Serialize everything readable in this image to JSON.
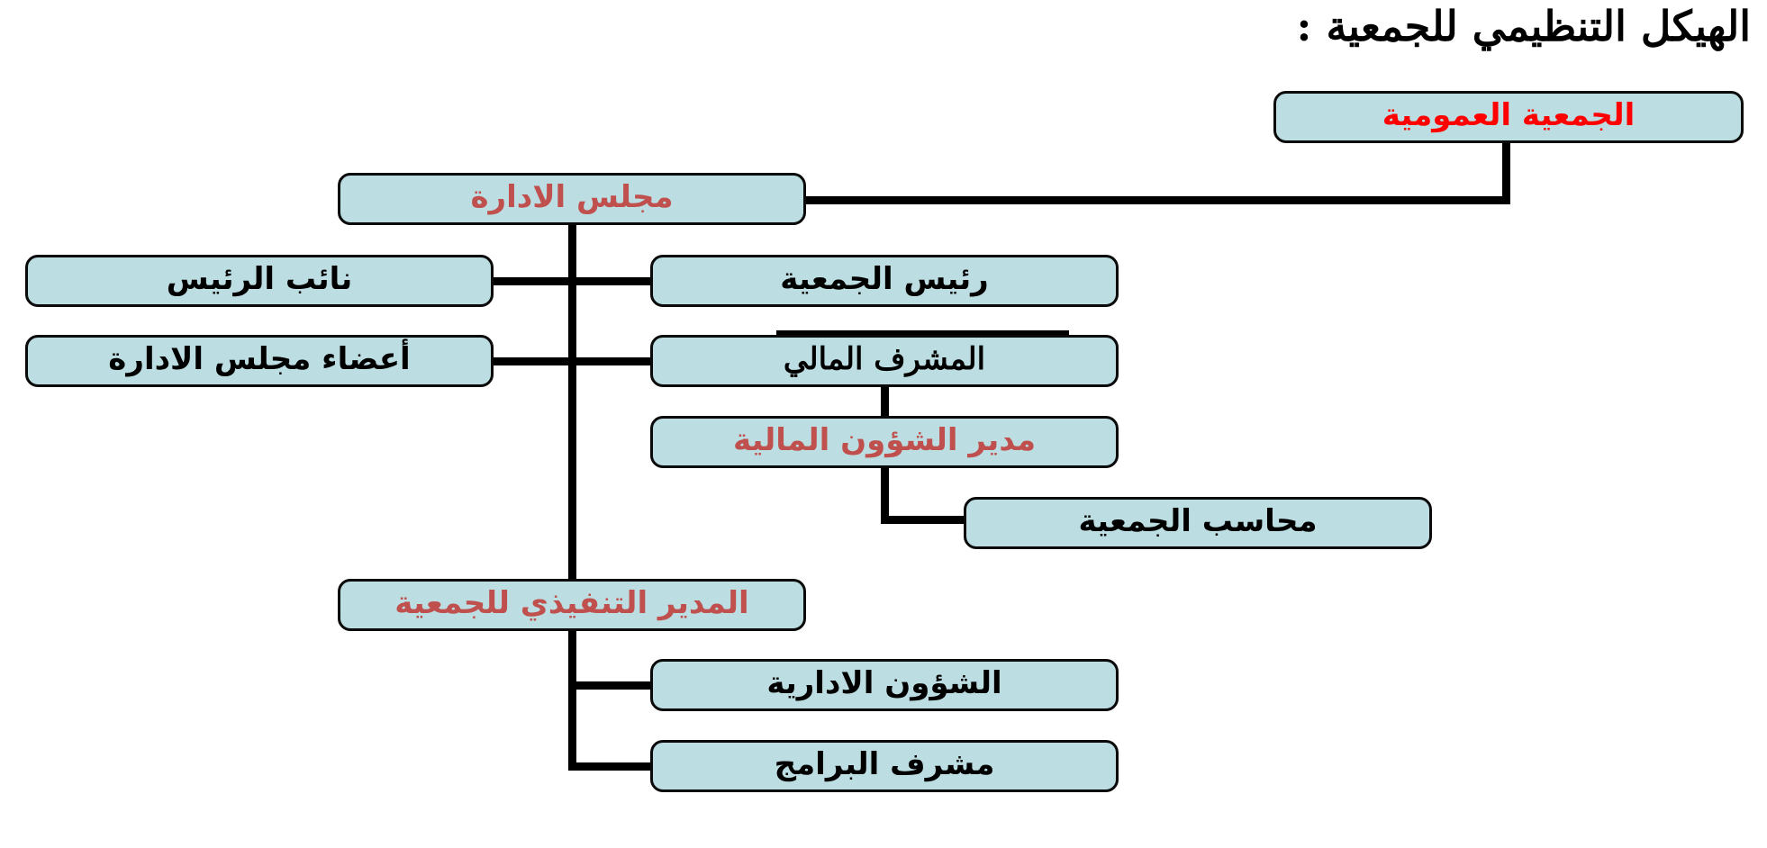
{
  "title": "الهيكل التنظيمي للجمعية :",
  "colors": {
    "box_fill": "#bcdde1",
    "box_border": "#0a0a0a",
    "connector": "#000000",
    "red_text": "#fe0000",
    "maroon_text": "#c0504d",
    "black_text": "#000000"
  },
  "diagram": {
    "type": "org-chart",
    "nodes": [
      {
        "id": "general-assembly",
        "label": "الجمعية العمومية",
        "text_color": "red"
      },
      {
        "id": "board",
        "label": "مجلس الادارة",
        "text_color": "maroon"
      },
      {
        "id": "vice-president",
        "label": "نائب الرئيس",
        "text_color": "black"
      },
      {
        "id": "board-members",
        "label": "أعضاء مجلس الادارة",
        "text_color": "black"
      },
      {
        "id": "president",
        "label": "رئيس الجمعية",
        "text_color": "black"
      },
      {
        "id": "financial-supervisor",
        "label": "المشرف المالي",
        "text_color": "black"
      },
      {
        "id": "financial-affairs-manager",
        "label": "مدير الشؤون المالية",
        "text_color": "maroon"
      },
      {
        "id": "accountant",
        "label": "محاسب الجمعية",
        "text_color": "black"
      },
      {
        "id": "executive-director",
        "label": "المدير التنفيذي للجمعية",
        "text_color": "maroon"
      },
      {
        "id": "admin-affairs",
        "label": "الشؤون الادارية",
        "text_color": "black"
      },
      {
        "id": "programs-supervisor",
        "label": "مشرف البرامج",
        "text_color": "black"
      }
    ],
    "edges": [
      [
        "general-assembly",
        "board"
      ],
      [
        "board",
        "vice-president"
      ],
      [
        "board",
        "board-members"
      ],
      [
        "board",
        "president"
      ],
      [
        "board",
        "financial-supervisor"
      ],
      [
        "financial-supervisor",
        "financial-affairs-manager"
      ],
      [
        "financial-affairs-manager",
        "accountant"
      ],
      [
        "board",
        "executive-director"
      ],
      [
        "executive-director",
        "admin-affairs"
      ],
      [
        "executive-director",
        "programs-supervisor"
      ]
    ]
  }
}
